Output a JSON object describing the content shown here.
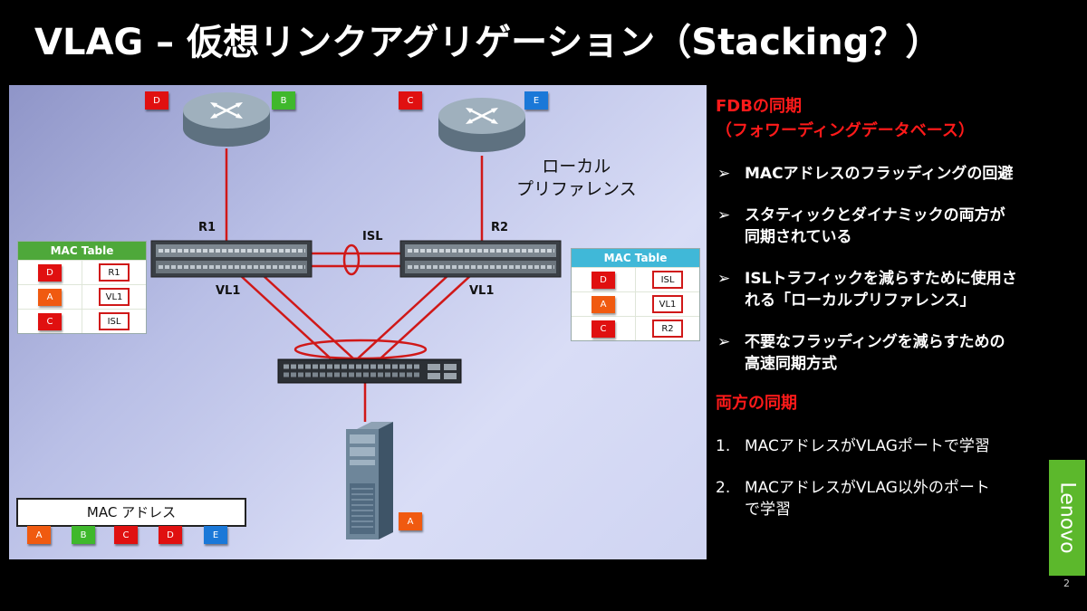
{
  "slide": {
    "title": "VLAG – 仮想リンクアグリゲーション（Stacking？）",
    "page_number": "2",
    "brand": "Lenovo",
    "colors": {
      "background": "#000000",
      "accent_red": "#ff1a1a",
      "brand_green": "#5cb82c"
    }
  },
  "diagram": {
    "router_left_tags": [
      "D",
      "B"
    ],
    "router_right_tags": [
      "C",
      "E"
    ],
    "switch_left_label": "R1",
    "switch_right_label": "R2",
    "isl_label": "ISL",
    "vl_left_label": "VL1",
    "vl_right_label": "VL1",
    "local_pref_line1": "ローカル",
    "local_pref_line2": "プリファレンス",
    "server_tag": "A",
    "mac_table_left": {
      "header": "MAC Table",
      "rows": [
        {
          "mac": "D",
          "port": "R1"
        },
        {
          "mac": "A",
          "port": "VL1"
        },
        {
          "mac": "C",
          "port": "ISL"
        }
      ]
    },
    "mac_table_right": {
      "header": "MAC Table",
      "rows": [
        {
          "mac": "D",
          "port": "ISL"
        },
        {
          "mac": "A",
          "port": "VL1"
        },
        {
          "mac": "C",
          "port": "R2"
        }
      ]
    },
    "mac_address_label": "MAC アドレス",
    "legend_tags": [
      "A",
      "B",
      "C",
      "D",
      "E"
    ]
  },
  "panel": {
    "fdb_title_line1": "FDBの同期",
    "fdb_title_line2": "（フォワーディングデータベース）",
    "bullet_mark": "➢",
    "bullets": [
      {
        "line1": "MACアドレスのフラッディングの回避",
        "line2": ""
      },
      {
        "line1": "スタティックとダイナミックの両方が",
        "line2": "同期されている"
      },
      {
        "line1": "ISLトラフィックを減らすために使用さ",
        "line2": "れる「ローカルプリファレンス」"
      },
      {
        "line1": "不要なフラッディングを減らすための",
        "line2": "高速同期方式"
      }
    ],
    "sync_title": "両方の同期",
    "steps": [
      {
        "num": "1.",
        "line1": "MACアドレスがVLAGポートで学習",
        "line2": ""
      },
      {
        "num": "2.",
        "line1": "MACアドレスがVLAG以外のポート",
        "line2": "で学習"
      }
    ]
  }
}
